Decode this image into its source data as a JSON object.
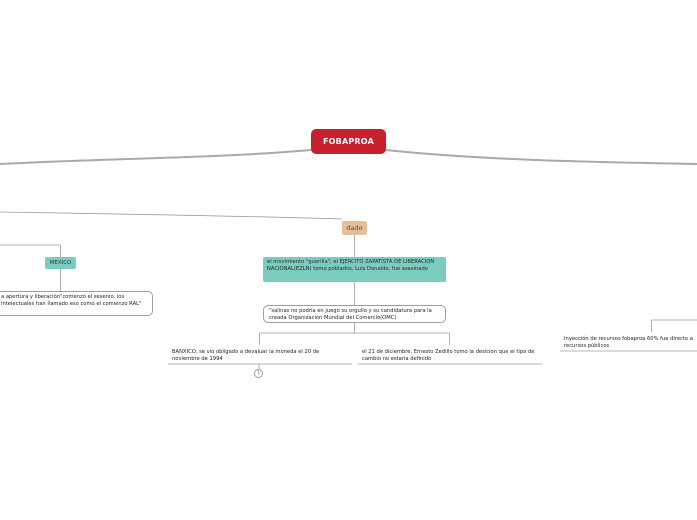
{
  "root": {
    "label": "FOBAPROA"
  },
  "tags": {
    "dado": "dado",
    "mexico": "MEXICO"
  },
  "nodes": {
    "ezln": "el movimiento \"guerilla\", el EJERCITO ZAPATISTA DE LIBERACION NACIONAL(EZLN) tomo poblados, Luis Donaldo, fue asesinado",
    "salinas": "\"salinas no podría en juego su orgullo y su candidatura para la creada Organización Mundial del Comercio(OMC)",
    "apertura": "a apertura y liberación\"comenzó el sexenio. los intelectuales han llamado eso como el comienzo RAL\"",
    "banxico": "BANXICO, se vio obligado a devaluar la moneda el 20 de noviembre de 1994",
    "diciembre": "el 21 de diciembre, Ernesto Zedillo tomo la desicion que el tipo de cambio no estaria definido",
    "inyeccion": "Inyección de recursos fobaproa 60% fue directo a recursos públicos"
  },
  "badge": {
    "count": "1"
  },
  "colors": {
    "root": "#c8202f",
    "teal": "#7ccbbf",
    "tan": "#e3bf9c",
    "connector": "#9e9e9e"
  }
}
